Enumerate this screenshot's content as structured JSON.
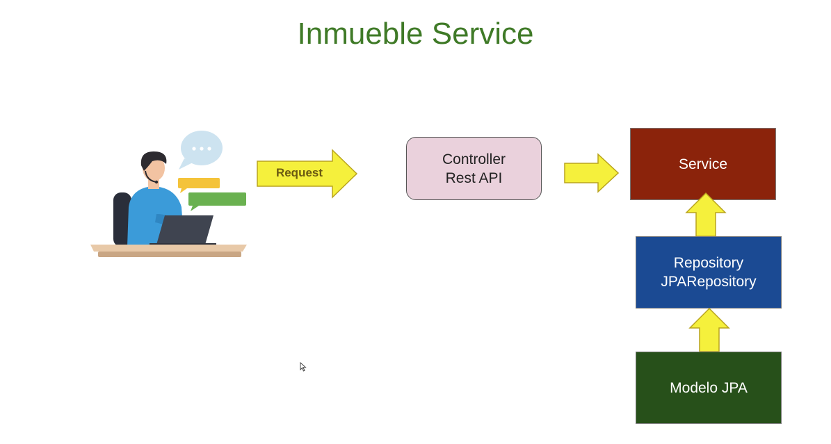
{
  "title": "Inmueble Service",
  "request_arrow": {
    "label": "Request"
  },
  "controller": {
    "line1": "Controller",
    "line2": "Rest API"
  },
  "service": {
    "label": "Service"
  },
  "repository": {
    "line1": "Repository",
    "line2": "JPARepository"
  },
  "modelo": {
    "label": "Modelo JPA"
  },
  "colors": {
    "title": "#3f7a27",
    "arrow_fill": "#f5f03c",
    "arrow_stroke": "#b9a41e",
    "controller_fill": "#ead1dc",
    "service_fill": "#8b230b",
    "repository_fill": "#1b4a93",
    "modelo_fill": "#27501a"
  },
  "icons": [
    "person-at-laptop-illustration",
    "speech-bubble-icon",
    "mouse-cursor-icon"
  ]
}
